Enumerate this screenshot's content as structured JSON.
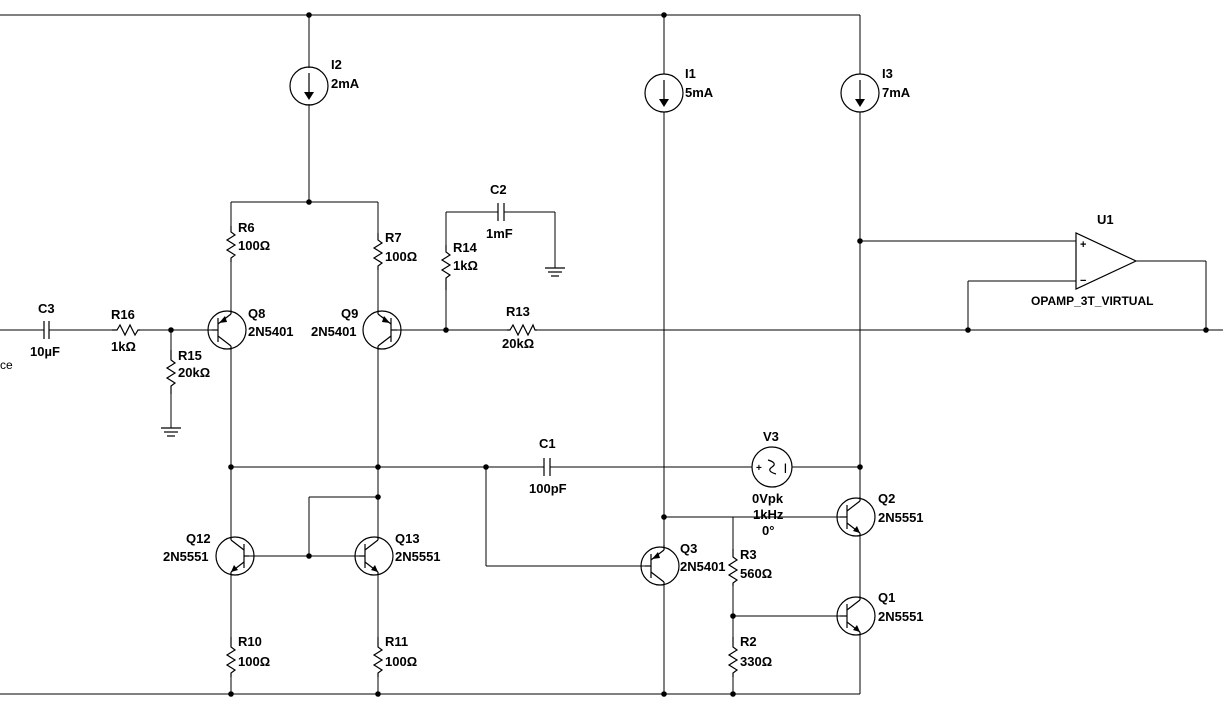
{
  "components": {
    "I2": {
      "ref": "I2",
      "value": "2mA"
    },
    "I1": {
      "ref": "I1",
      "value": "5mA"
    },
    "I3": {
      "ref": "I3",
      "value": "7mA"
    },
    "C2": {
      "ref": "C2",
      "value": "1mF"
    },
    "U1": {
      "ref": "U1",
      "value": "OPAMP_3T_VIRTUAL",
      "plus": "+",
      "minus": "−"
    },
    "R6": {
      "ref": "R6",
      "value": "100Ω"
    },
    "R7": {
      "ref": "R7",
      "value": "100Ω"
    },
    "R14": {
      "ref": "R14",
      "value": "1kΩ"
    },
    "C3": {
      "ref": "C3",
      "value": "10µF"
    },
    "R16": {
      "ref": "R16",
      "value": "1kΩ"
    },
    "R15": {
      "ref": "R15",
      "value": "20kΩ"
    },
    "Q8": {
      "ref": "Q8",
      "value": "2N5401"
    },
    "Q9": {
      "ref": "Q9",
      "value": "2N5401"
    },
    "R13": {
      "ref": "R13",
      "value": "20kΩ"
    },
    "C1": {
      "ref": "C1",
      "value": "100pF"
    },
    "V3": {
      "ref": "V3",
      "amplitude": "0Vpk",
      "frequency": "1kHz",
      "phase": "0°"
    },
    "Q2": {
      "ref": "Q2",
      "value": "2N5551"
    },
    "Q12": {
      "ref": "Q12",
      "value": "2N5551"
    },
    "Q13": {
      "ref": "Q13",
      "value": "2N5551"
    },
    "Q3": {
      "ref": "Q3",
      "value": "2N5401"
    },
    "R3": {
      "ref": "R3",
      "value": "560Ω"
    },
    "Q1": {
      "ref": "Q1",
      "value": "2N5551"
    },
    "R2": {
      "ref": "R2",
      "value": "330Ω"
    },
    "R10": {
      "ref": "R10",
      "value": "100Ω"
    },
    "R11": {
      "ref": "R11",
      "value": "100Ω"
    }
  },
  "offscreen_label_fragment": "ce"
}
